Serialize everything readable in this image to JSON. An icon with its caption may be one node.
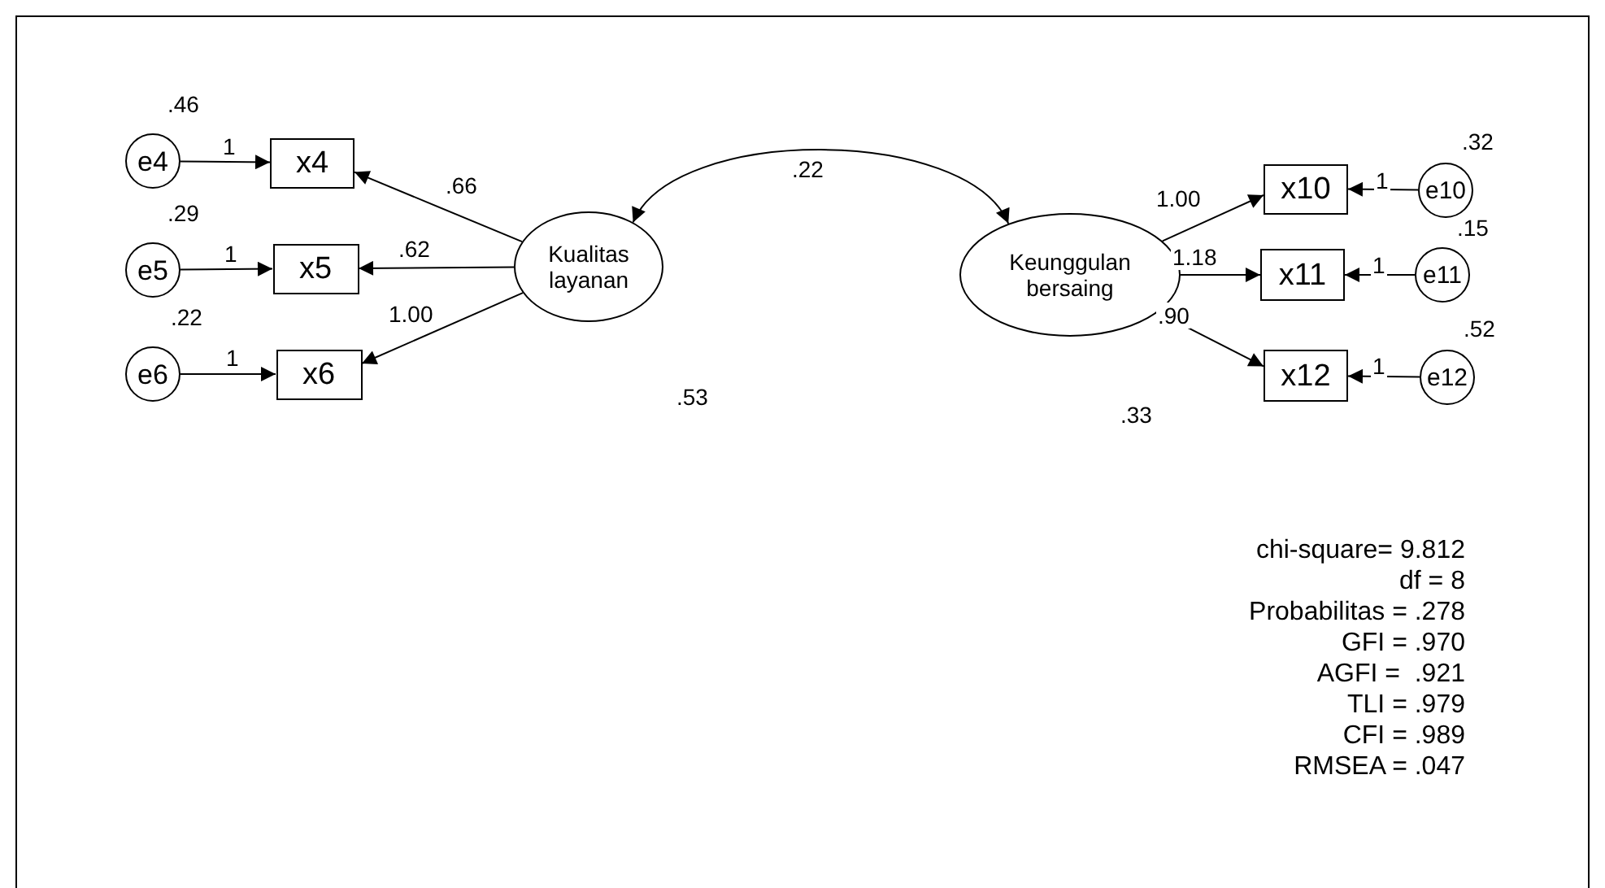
{
  "diagram": {
    "nodes": [
      {
        "text": [
          "e4"
        ],
        "beside": [
          ".46"
        ]
      },
      {
        "text": [
          "x4"
        ]
      },
      {
        "text": [
          "e5"
        ],
        "beside": [
          ".29"
        ]
      },
      {
        "text": [
          "x5"
        ]
      },
      {
        "text": [
          "e6"
        ],
        "beside": [
          ".22"
        ]
      },
      {
        "text": [
          "x6"
        ]
      },
      {
        "text": [
          "Kualitas layanan"
        ],
        "beside": [
          ".53"
        ]
      },
      {
        "text": [
          "Keunggulan bersaing"
        ],
        "beside": [
          ".33"
        ]
      },
      {
        "text": [
          "x10"
        ]
      },
      {
        "text": [
          "e10"
        ],
        "beside": [
          ".32"
        ]
      },
      {
        "text": [
          "x11"
        ]
      },
      {
        "text": [
          "e11"
        ],
        "beside": [
          ".15"
        ]
      },
      {
        "text": [
          "x12"
        ]
      },
      {
        "text": [
          "e12"
        ],
        "beside": [
          ".52"
        ]
      }
    ],
    "edges": [
      {
        "from": 0,
        "to": 1,
        "arrow": "to",
        "label": "1"
      },
      {
        "from": 2,
        "to": 3,
        "arrow": "to",
        "label": "1"
      },
      {
        "from": 4,
        "to": 5,
        "arrow": "to",
        "label": "1"
      },
      {
        "from": 6,
        "to": 1,
        "arrow": "to",
        "label": ".66"
      },
      {
        "from": 6,
        "to": 3,
        "arrow": "to",
        "label": ".62"
      },
      {
        "from": 6,
        "to": 5,
        "arrow": "to",
        "label": "1.00"
      },
      {
        "from": 6,
        "to": 7,
        "arrow": "both",
        "label": ".22"
      },
      {
        "from": 7,
        "to": 8,
        "arrow": "to",
        "label": "1.00"
      },
      {
        "from": 7,
        "to": 10,
        "arrow": "to",
        "label": "1.18"
      },
      {
        "from": 7,
        "to": 12,
        "arrow": "to",
        "label": ".90"
      },
      {
        "from": 9,
        "to": 8,
        "arrow": "to",
        "label": "1"
      },
      {
        "from": 11,
        "to": 10,
        "arrow": "to",
        "label": "1"
      },
      {
        "from": 13,
        "to": 12,
        "arrow": "to",
        "label": "1"
      }
    ],
    "labels": [
      "chi-square= 9.812",
      "df = 8",
      "Probabilitas = .278",
      "GFI = .970",
      "AGFI =  .921",
      "TLI = .979",
      "CFI = .989",
      "RMSEA = .047"
    ]
  }
}
